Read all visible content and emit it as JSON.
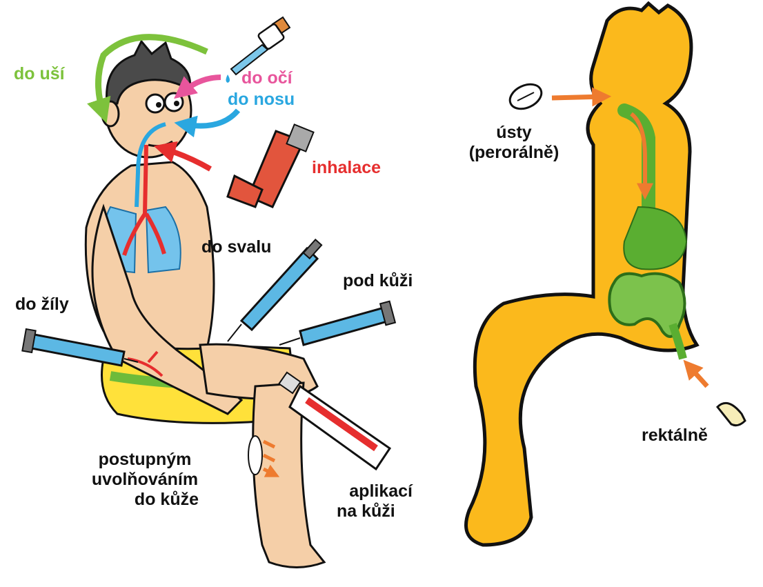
{
  "colors": {
    "ears": "#7dc23c",
    "eyes": "#e8559c",
    "nose": "#2aa7e0",
    "inhalation": "#e62e2e",
    "text": "#111111",
    "skin": "#f5cfa8",
    "body_yellow": "#fbb91c",
    "organs_green": "#5aae31",
    "arrow_orange": "#ee7b2f",
    "syringe_blue": "#5cb8e4",
    "inhaler_red": "#e2553d"
  },
  "left_figure": {
    "routes": {
      "ears": "do uší",
      "eyes": "do očí",
      "nose": "do nosu",
      "inhalation": "inhalace",
      "muscle": "do svalu",
      "subcutaneous": "pod kůži",
      "vein": "do žíly",
      "transdermal": [
        "postupným",
        "uvolňováním",
        "do kůže"
      ],
      "topical": [
        "aplikací",
        "na kůži"
      ]
    }
  },
  "right_figure": {
    "routes": {
      "oral": [
        "ústy",
        "(perorálně)"
      ],
      "rectal": "rektálně"
    }
  },
  "icons": [
    "dropper-icon",
    "inhaler-icon",
    "syringe-icon",
    "ointment-tube-icon",
    "patch-icon",
    "tablet-icon",
    "suppository-icon"
  ]
}
